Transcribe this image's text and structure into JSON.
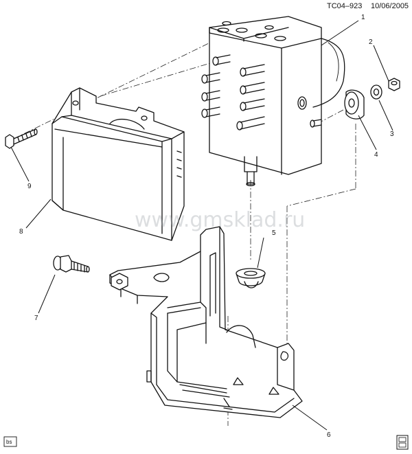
{
  "header": {
    "drawing_id": "TC04–923",
    "date": "10/06/2005"
  },
  "watermark": "www.gmsklad.ru",
  "corner_tag": "bs",
  "callouts": [
    "1",
    "2",
    "3",
    "4",
    "5",
    "6",
    "7",
    "8",
    "9"
  ],
  "colors": {
    "line": "#111111",
    "background": "#ffffff",
    "watermark": "#9aa0a6"
  },
  "icons": {
    "bottom_right": "book-reference-icon"
  }
}
